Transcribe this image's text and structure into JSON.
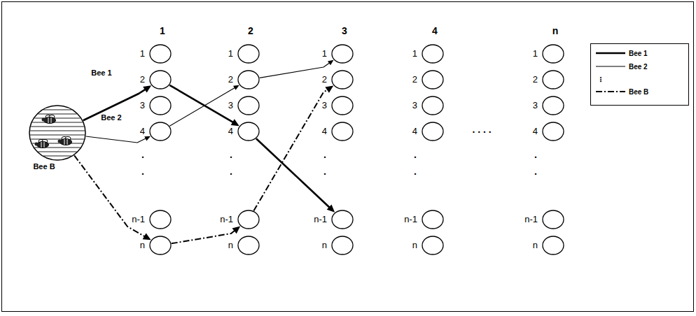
{
  "diagram": {
    "nodes": [
      {
        "text": []
      },
      {
        "text": [
          "1"
        ]
      },
      {
        "text": [
          "2"
        ]
      },
      {
        "text": [
          "3"
        ]
      },
      {
        "text": [
          "4"
        ]
      },
      {
        "text": [
          "n-1"
        ]
      },
      {
        "text": [
          "n"
        ]
      },
      {
        "text": [
          "1"
        ]
      },
      {
        "text": [
          "2"
        ]
      },
      {
        "text": [
          "3"
        ]
      },
      {
        "text": [
          "4"
        ]
      },
      {
        "text": [
          "n-1"
        ]
      },
      {
        "text": [
          "n"
        ]
      },
      {
        "text": [
          "1"
        ]
      },
      {
        "text": [
          "2"
        ]
      },
      {
        "text": [
          "3"
        ]
      },
      {
        "text": [
          "4"
        ]
      },
      {
        "text": [
          "n-1"
        ]
      },
      {
        "text": [
          "n"
        ]
      },
      {
        "text": [
          "1"
        ]
      },
      {
        "text": [
          "2"
        ]
      },
      {
        "text": [
          "3"
        ]
      },
      {
        "text": [
          "4"
        ]
      },
      {
        "text": [
          "n-1"
        ]
      },
      {
        "text": [
          "n"
        ]
      },
      {
        "text": [
          "1"
        ]
      },
      {
        "text": [
          "2"
        ]
      },
      {
        "text": [
          "3"
        ]
      },
      {
        "text": [
          "4"
        ]
      },
      {
        "text": [
          "n-1"
        ]
      },
      {
        "text": [
          "n"
        ]
      }
    ],
    "edges": [
      {
        "from": 0,
        "to": 2,
        "arrow": "to",
        "label": "Bee 1"
      },
      {
        "from": 2,
        "to": 10,
        "arrow": "to"
      },
      {
        "from": 10,
        "to": 17,
        "arrow": "to"
      },
      {
        "from": 0,
        "to": 4,
        "arrow": "to",
        "label": "Bee 2"
      },
      {
        "from": 4,
        "to": 8,
        "arrow": "to"
      },
      {
        "from": 8,
        "to": 13,
        "arrow": "to"
      },
      {
        "from": 0,
        "to": 6,
        "arrow": "to",
        "label": "Bee B"
      },
      {
        "from": 6,
        "to": 11,
        "arrow": "to"
      },
      {
        "from": 11,
        "to": 14,
        "arrow": "to"
      }
    ],
    "labels": [
      "1",
      "2",
      "3",
      "4",
      "n",
      ".",
      ".",
      ".",
      ".",
      ".",
      ".",
      ".",
      ".",
      ".",
      ".",
      ". . . ."
    ],
    "legend": [
      {
        "text": "Bee 1"
      },
      {
        "text": "Bee 2"
      },
      {
        "text": "⋮"
      },
      {
        "text": "Bee B"
      }
    ]
  }
}
